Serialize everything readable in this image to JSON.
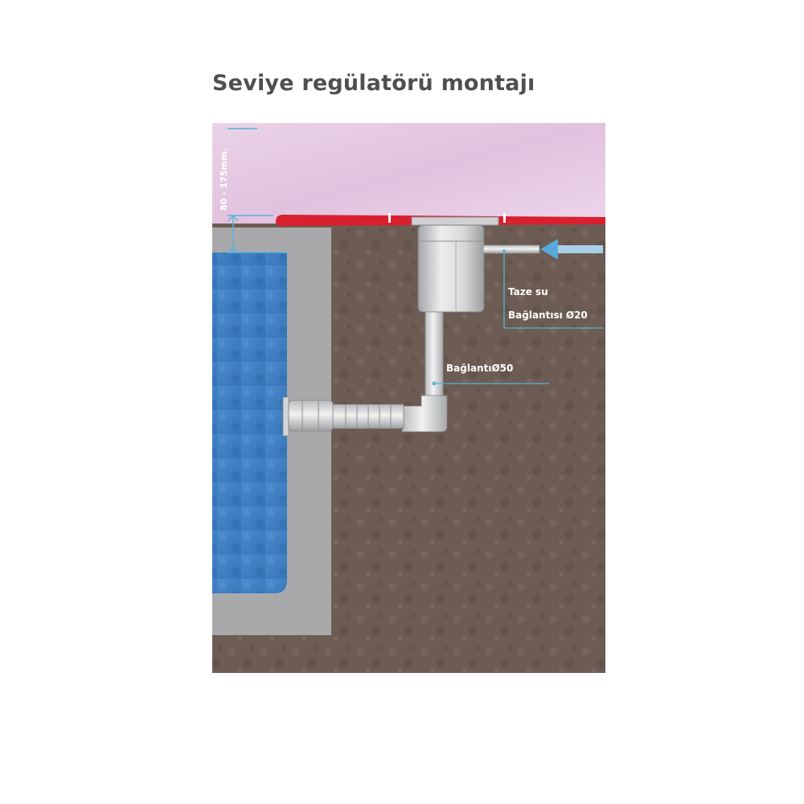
{
  "title": "Seviye regülatörü montajı",
  "labels": {
    "height_range": "80 - 175mm.",
    "fresh_water_line1": "Taze su",
    "fresh_water_line2": "Bağlantısı Ø20",
    "connection_50": "BağlantıØ50"
  },
  "colors": {
    "sky": "#e6cbe3",
    "soil": "#6d5c54",
    "concrete": "#a9a9ab",
    "water": "#3f7ec2",
    "pool_edge": "#d8202f",
    "leader_line": "#56b4d8",
    "pipe": "#d9dadc",
    "title": "#4f4f4f"
  },
  "icons": [
    "inflow-arrow-icon"
  ]
}
